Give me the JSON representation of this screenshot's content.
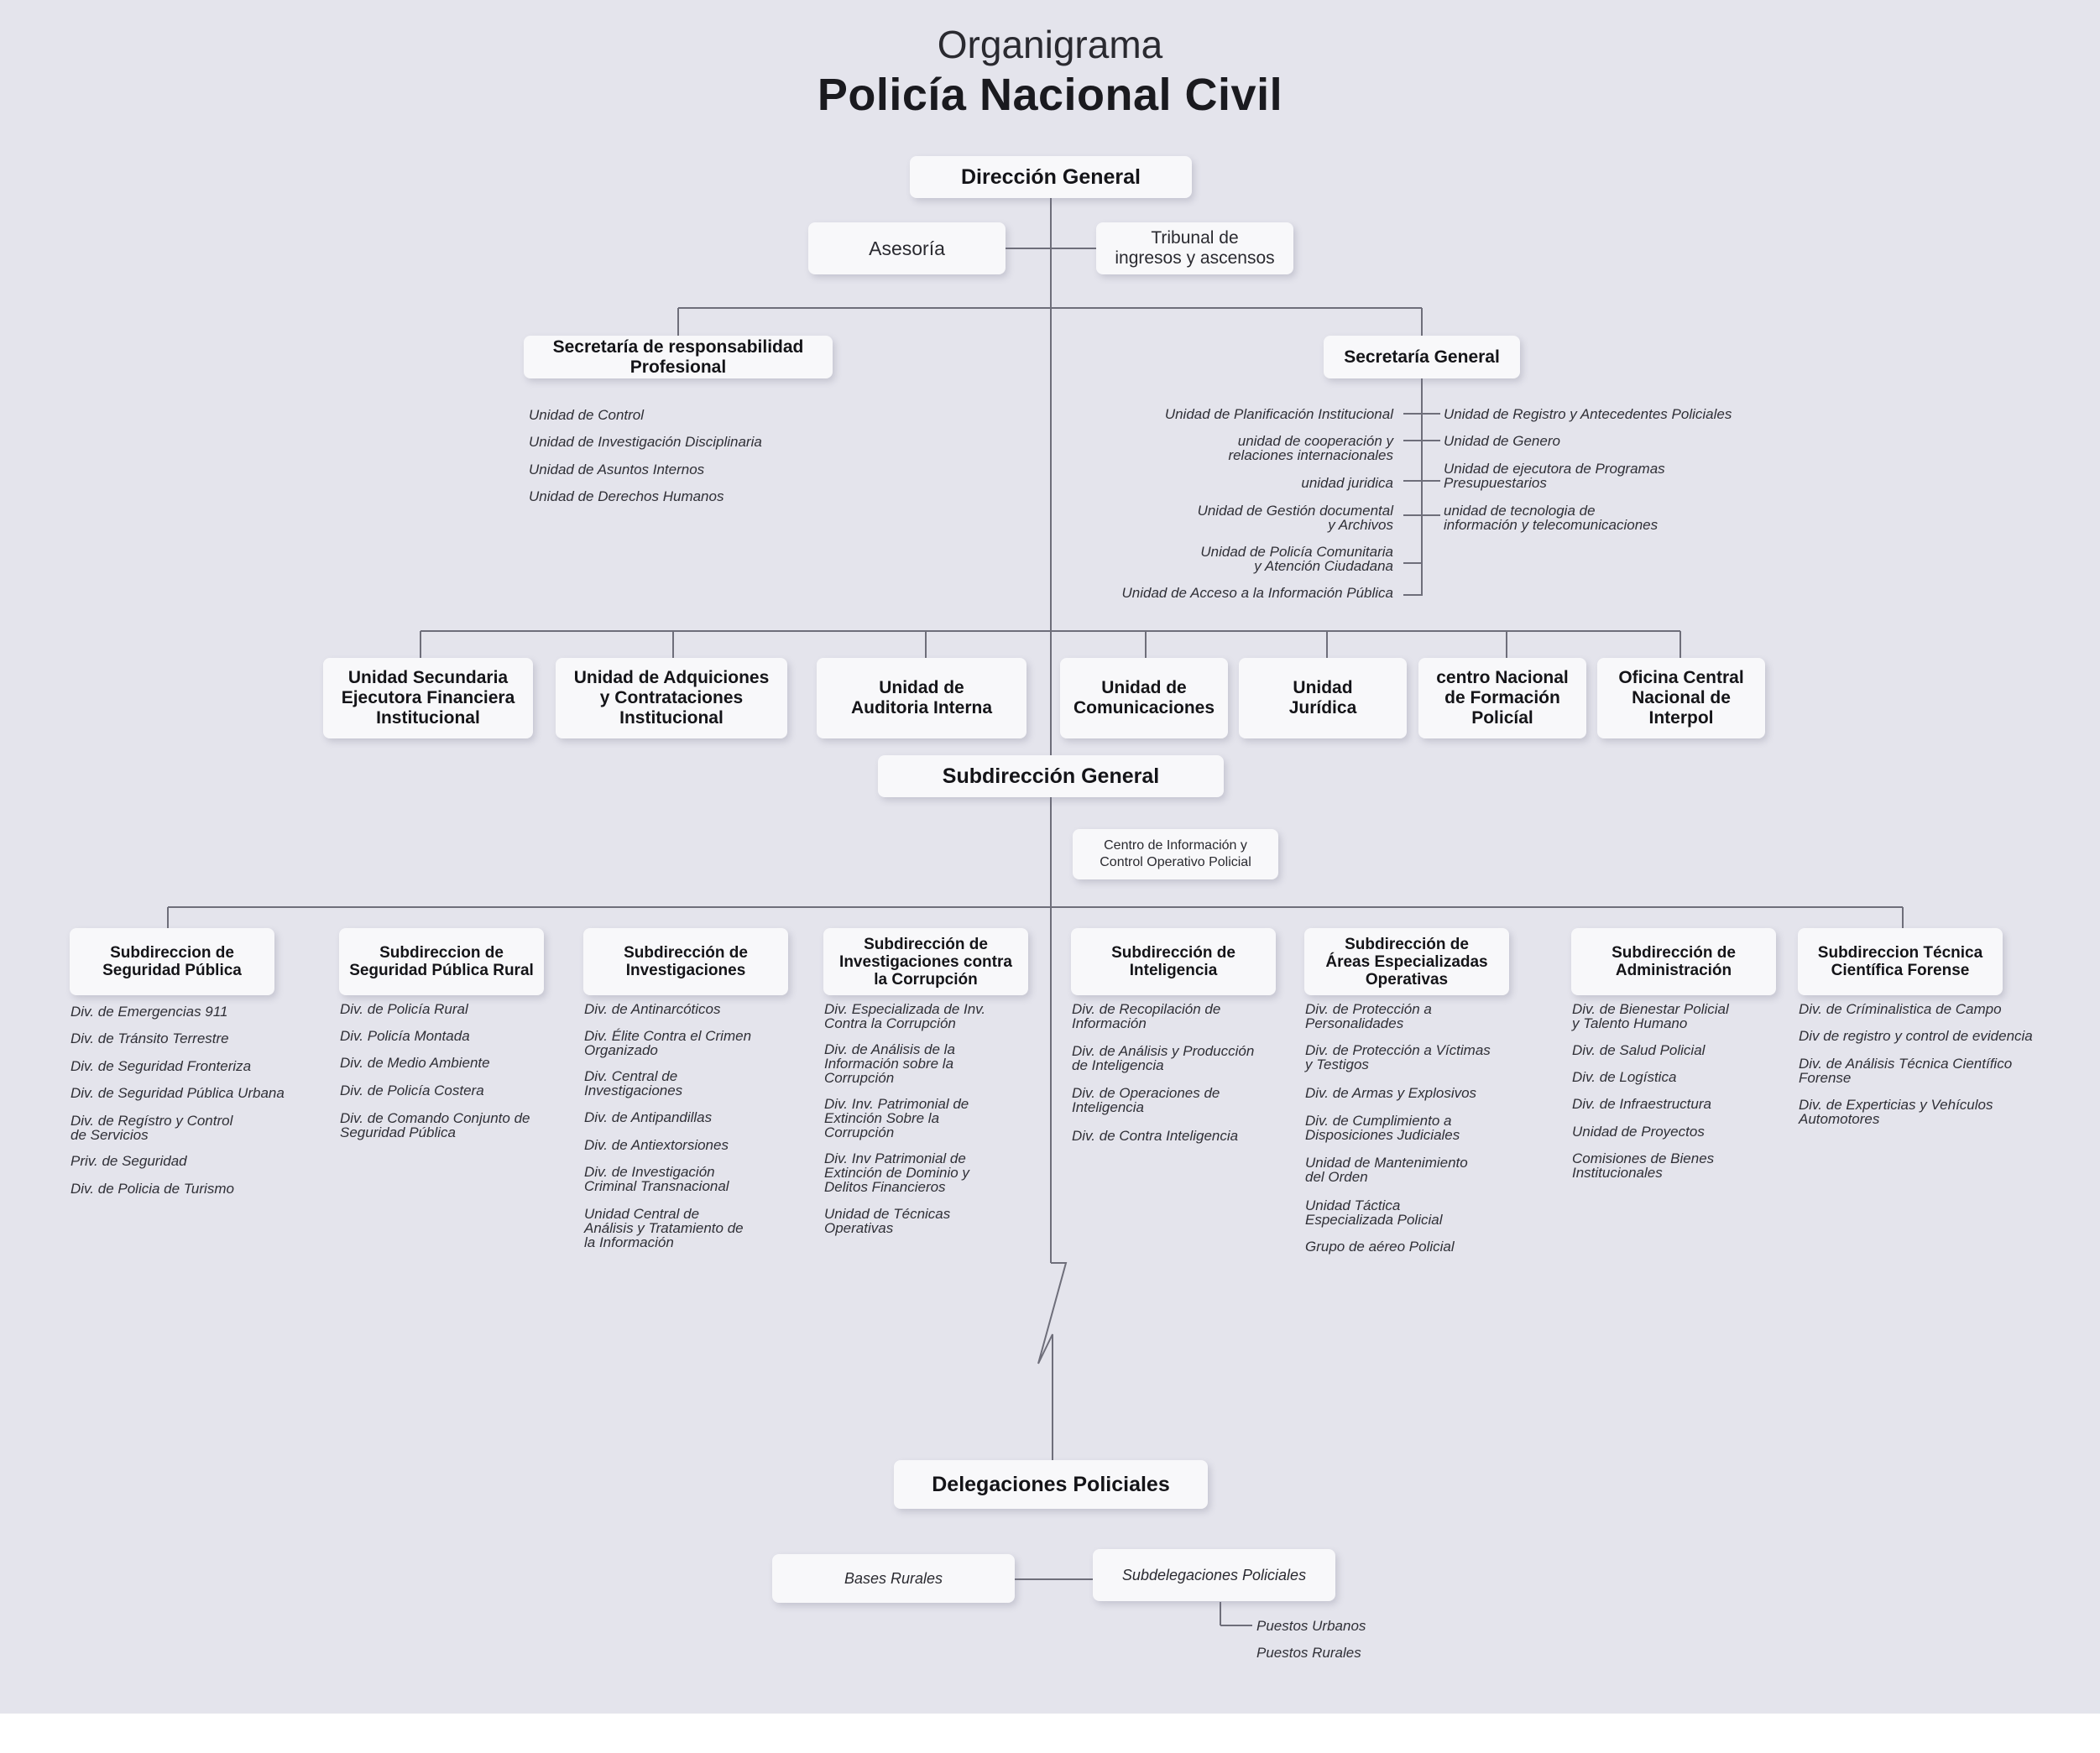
{
  "header": {
    "title_line1": "Organigrama",
    "title_line2": "Policía Nacional Civil"
  },
  "top": {
    "direccion_general": "Dirección General",
    "asesoria": "Asesoría",
    "tribunal": "Tribunal de\ningresos y ascensos",
    "secretaria_responsabilidad": "Secretaría de responsabilidad\nProfesional",
    "secretaria_general": "Secretaría General"
  },
  "secretaria_responsabilidad_units": [
    "Unidad de Control",
    "Unidad de Investigación Disciplinaria",
    "Unidad de Asuntos Internos",
    "Unidad de Derechos Humanos"
  ],
  "secretaria_general_units_left": [
    "Unidad de Planificación Institucional",
    "unidad de cooperación y\nrelaciones internacionales",
    "unidad juridica",
    "Unidad de Gestión documental\ny Archivos",
    "Unidad de Policía Comunitaria\ny Atención Ciudadana",
    "Unidad de Acceso a la Información Pública"
  ],
  "secretaria_general_units_right": [
    "Unidad de Registro y Antecedentes Policiales",
    "Unidad de Genero",
    "Unidad de ejecutora de Programas\nPresupuestarios",
    "unidad de tecnologia de\ninformación y telecomunicaciones"
  ],
  "units_row": [
    "Unidad Secundaria\nEjecutora Financiera\nInstitucional",
    "Unidad de Adquiciones\ny Contrataciones\nInstitucional",
    "Unidad de\nAuditoria Interna",
    "Unidad de\nComunicaciones",
    "Unidad\nJurídica",
    "centro Nacional\nde Formación\nPolicíal",
    "Oficina Central\nNacional de\nInterpol"
  ],
  "subdireccion_general": "Subdirección General",
  "centro_info": "Centro de Información y\nControl Operativo Policial",
  "subdirecciones": [
    {
      "title": "Subdireccion de\nSeguridad Pública",
      "items": [
        "Div. de Emergencias 911",
        "Div. de Tránsito Terrestre",
        "Div. de Seguridad Fronteriza",
        "Div. de Seguridad Pública Urbana",
        "Div. de Regístro  y  Control\nde Servicios",
        "Priv. de Seguridad",
        "Div. de Policia de Turismo"
      ]
    },
    {
      "title": "Subdireccion de\nSeguridad Pública Rural",
      "items": [
        "Div. de Policía Rural",
        "Div. Policía Montada",
        "Div. de Medio Ambiente",
        "Div. de Policía Costera",
        "Div. de Comando Conjunto de\nSeguridad Pública"
      ]
    },
    {
      "title": "Subdirección de\nInvestigaciones",
      "items": [
        "Div. de Antinarcóticos",
        "Div. Élite Contra el Crimen\nOrganizado",
        "Div. Central de\nInvestigaciones",
        "Div. de Antipandillas",
        "Div. de Antiextorsiones",
        "Div. de Investigación\nCriminal Transnacional",
        "Unidad Central de\nAnálisis y Tratamiento de\nla Información"
      ]
    },
    {
      "title": "Subdirección de\nInvestigaciones contra\nla Corrupción",
      "items": [
        "Div. Especializada de Inv.\nContra la Corrupción",
        "Div. de Análisis de la\nInformación sobre la\nCorrupción",
        "Div. Inv. Patrimonial de\nExtinción Sobre la\nCorrupción",
        "Div.  Inv Patrimonial de\nExtinción de Dominio y\nDelitos Financieros",
        "Unidad de Técnicas\nOperativas"
      ]
    },
    {
      "title": "Subdirección de\nInteligencia",
      "items": [
        "Div. de Recopilación de\nInformación",
        "Div. de Análisis y Producción\nde Inteligencia",
        "Div. de Operaciones de\nInteligencia",
        "Div. de Contra Inteligencia"
      ]
    },
    {
      "title": "Subdirección de\nÁreas Especializadas\nOperativas",
      "items": [
        "Div. de Protección a\nPersonalidades",
        "Div. de Protección a Víctimas\ny Testigos",
        "Div. de Armas y Explosivos",
        "Div. de Cumplimiento a\nDisposiciones Judiciales",
        "Unidad de Mantenimiento\ndel Orden",
        "Unidad Táctica\nEspecializada Policial",
        "Grupo de aéreo Policial"
      ]
    },
    {
      "title": "Subdirección de\nAdministración",
      "items": [
        "Div. de  Bienestar Policial\ny Talento Humano",
        "Div. de Salud Policial",
        "Div. de Logística",
        "Div. de Infraestructura",
        "Unidad de Proyectos",
        "Comisiones de Bienes\nInstitucionales"
      ]
    },
    {
      "title": "Subdireccion Técnica\nCientífica Forense",
      "items": [
        "Div. de Críminalistica de Campo",
        "Div de registro y control de evidencia",
        "Div. de Análisis Técnica Científico\nForense",
        "Div. de Experticias y Vehículos\nAutomotores"
      ]
    }
  ],
  "delegaciones": "Delegaciones Policiales",
  "bases_rurales": "Bases Rurales",
  "subdelegaciones": "Subdelegaciones Policiales",
  "puestos": [
    "Puestos Urbanos",
    "Puestos Rurales"
  ]
}
